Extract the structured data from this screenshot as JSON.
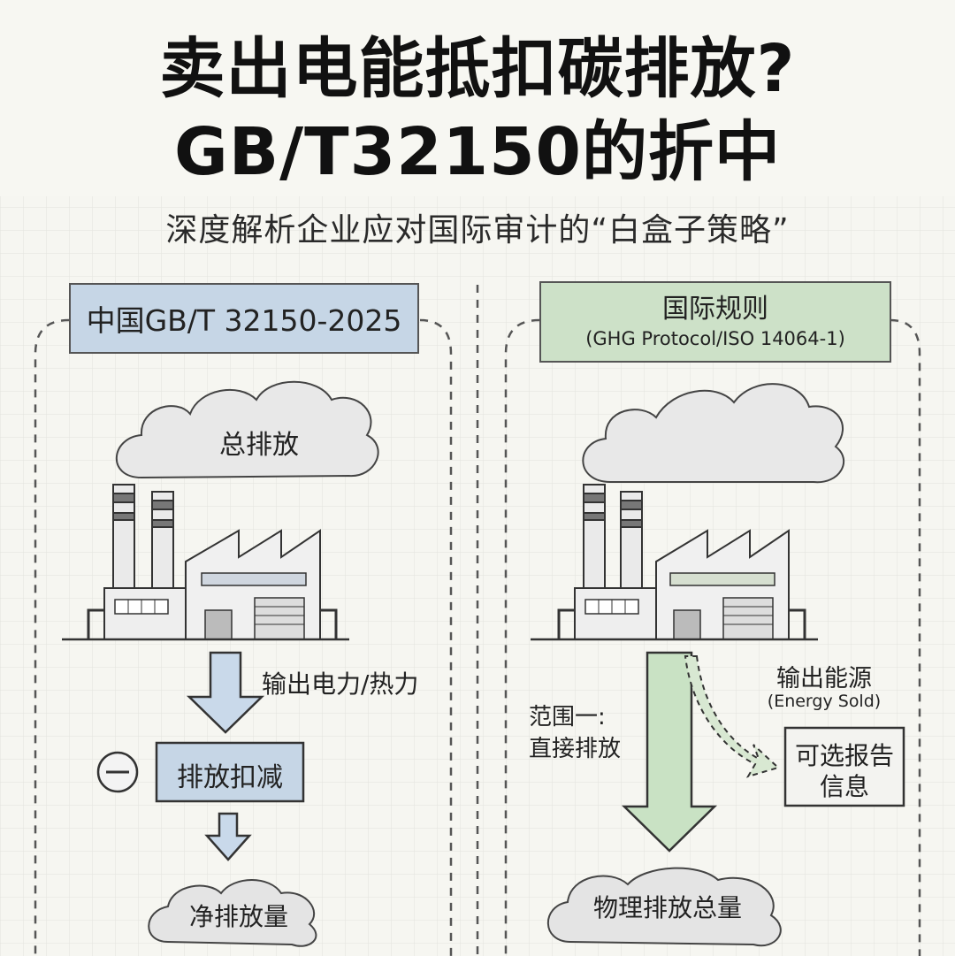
{
  "title": {
    "line1": "卖出电能抵扣碳排放?",
    "line2": "GB/T32150的折中"
  },
  "subtitle": "深度解析企业应对国际审计的“白盒子策略”",
  "left_panel": {
    "header": "中国GB/T 32150-2025",
    "cloud_label": "总排放",
    "arrow_label": "输出电力/热力",
    "minus_symbol": "一",
    "deduction_box": "排放扣减",
    "result_cloud": "净排放量"
  },
  "right_panel": {
    "header_line1": "国际规则",
    "header_line2": "(GHG Protocol/ISO 14064-1)",
    "scope_label_line1": "范围一:",
    "scope_label_line2": "直接排放",
    "export_label": "输出能源",
    "export_label_en": "(Energy Sold)",
    "optional_box_line1": "可选报告",
    "optional_box_line2": "信息",
    "result_cloud": "物理排放总量"
  },
  "colors": {
    "blue_box": "#c6d6e6",
    "green_box": "#cde1c8",
    "blue_arrow": "#c9d9ea",
    "green_arrow": "#c9e2c4",
    "cloud": "#e4e4e4"
  }
}
